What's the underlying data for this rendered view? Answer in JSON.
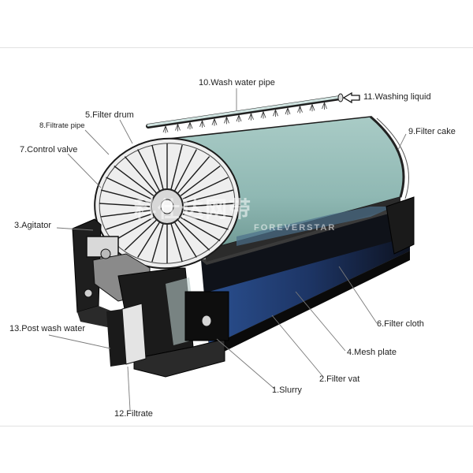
{
  "labels": {
    "l10": "10.Wash water pipe",
    "l11": "11.Washing liquid",
    "l5": "5.Filter drum",
    "l8": "8.Filtrate pipe",
    "l9": "9.Filter cake",
    "l7": "7.Control valve",
    "l3": "3.Agitator",
    "l13": "13.Post wash water",
    "l6": "6.Filter cloth",
    "l4": "4.Mesh plate",
    "l2": "2.Filter vat",
    "l1": "1.Slurry",
    "l12": "12.Filtrate"
  },
  "watermark": {
    "cn": "科仕达网带",
    "en": "FOREVERSTAR"
  },
  "colors": {
    "drum": "#8fb8b3",
    "vat": "#12151c",
    "vat_blue": "#1f3f78",
    "frame": "#2a2a2a",
    "wheel": "#f2f2f2"
  }
}
